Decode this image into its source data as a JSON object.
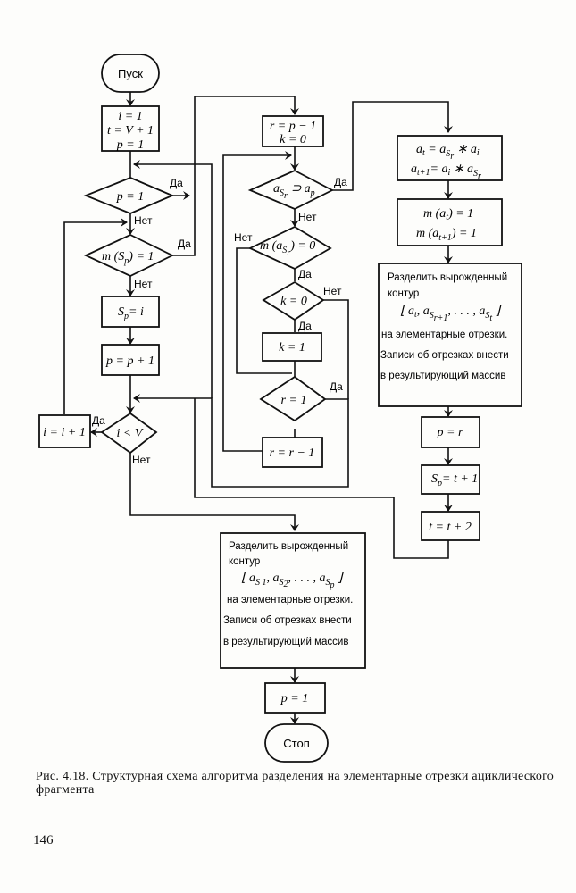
{
  "figure": {
    "terminals": {
      "start": "Пуск",
      "stop": "Стоп"
    },
    "left_column": {
      "init": [
        "i = 1",
        "t = V + 1",
        "p = 1"
      ],
      "cond_p1": "p = 1",
      "cond_mSp": {
        "main": "m (S",
        "sub": "p",
        "tail": ") = 1"
      },
      "assign_Sp": {
        "main": "S",
        "sub": "p",
        "tail": "= i"
      },
      "inc_p": "p = p + 1",
      "cond_iV": "i < V",
      "inc_i": "i  = i + 1"
    },
    "middle_column": {
      "init": [
        "r = p − 1",
        "k = 0"
      ],
      "cond_a": {
        "a": "a",
        "s": "S",
        "r": "r",
        "op": "⊃",
        "a2": "a",
        "p": "p"
      },
      "cond_m": {
        "pre": "m (a",
        "s": "S",
        "r": "r",
        "tail": ")  = 0"
      },
      "cond_k0": "k = 0",
      "set_k1": "k = 1",
      "cond_r1": "r  = 1",
      "dec_r": "r = r − 1"
    },
    "right_column": {
      "swap": [
        "a_t = a_Sr * a_i",
        "a_t+1 = a_i * a_Sr"
      ],
      "mark": [
        "m (a_t)  = 1",
        "m (a_t+1)  = 1"
      ],
      "split": {
        "line1": "Разделить вырожденный",
        "line2": "контур",
        "contour": "⌊a_t, a_Sr+1, . . . , a_St⌋",
        "line3": "на элементарные отрезки.",
        "line4": "Записи об отрезках внести",
        "line5": "в результирующий массив"
      },
      "set_p": "p = r",
      "set_Sp": "S_p = t + 1",
      "inc_t": "t = t + 2"
    },
    "bottom": {
      "split": {
        "line1": "Разделить вырожденный",
        "line2": "контур",
        "contour": "⌊a_S1, a_S2, . . . , a_Sp⌋",
        "line3": "на элементарные отрезки.",
        "line4": "Записи об отрезках внести",
        "line5": "в результирующий массив"
      },
      "set_p1": "p = 1"
    },
    "labels": {
      "yes": "Да",
      "no": "Нет"
    }
  },
  "caption": "Рис. 4.18. Структурная схема алгоритма разделения на элементарные отрезки ациклического фрагмента",
  "page_number": "146"
}
